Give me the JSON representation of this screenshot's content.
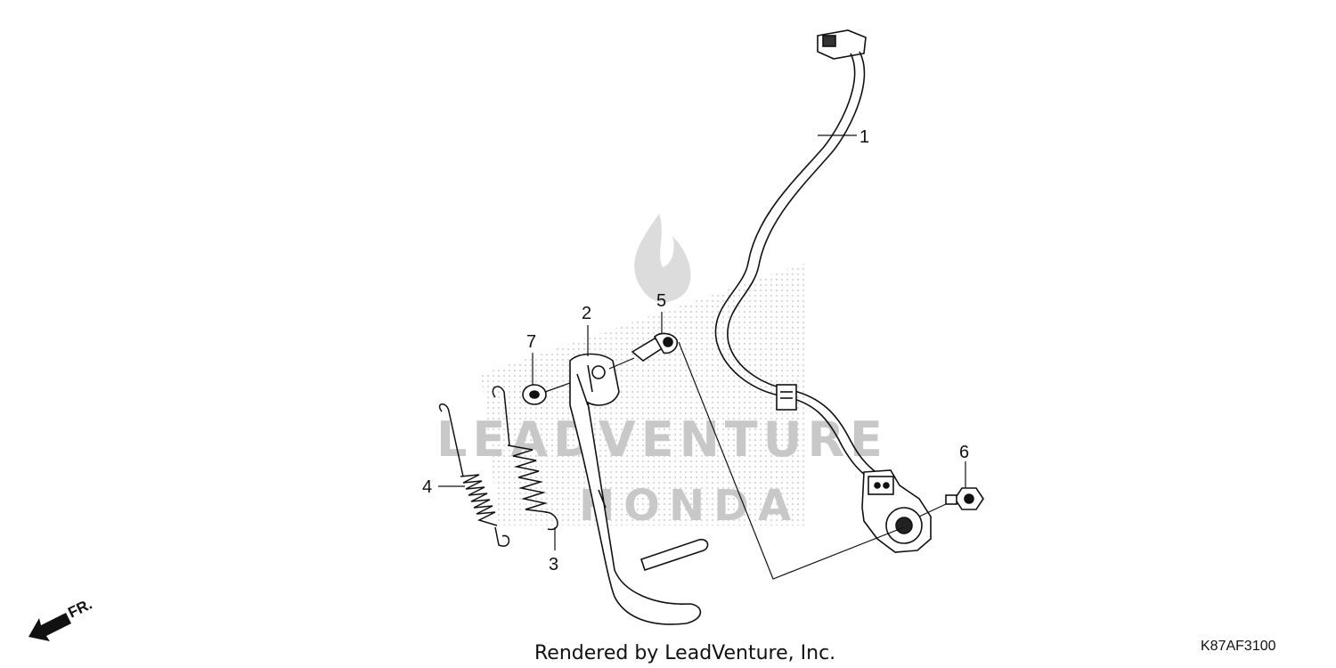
{
  "diagram": {
    "callouts": [
      {
        "id": "1",
        "label": "1"
      },
      {
        "id": "2",
        "label": "2"
      },
      {
        "id": "3",
        "label": "3"
      },
      {
        "id": "4",
        "label": "4"
      },
      {
        "id": "5",
        "label": "5"
      },
      {
        "id": "6",
        "label": "6"
      },
      {
        "id": "7",
        "label": "7"
      }
    ],
    "direction_label": "FR.",
    "rendered_by": "Rendered by LeadVenture, Inc.",
    "diagram_code": "K87AF3100",
    "watermark": {
      "line1": "LEADVENTURE",
      "line2": "HONDA"
    },
    "colors": {
      "line": "#111111",
      "watermark": "#c8c8c8",
      "background": "#ffffff"
    }
  }
}
